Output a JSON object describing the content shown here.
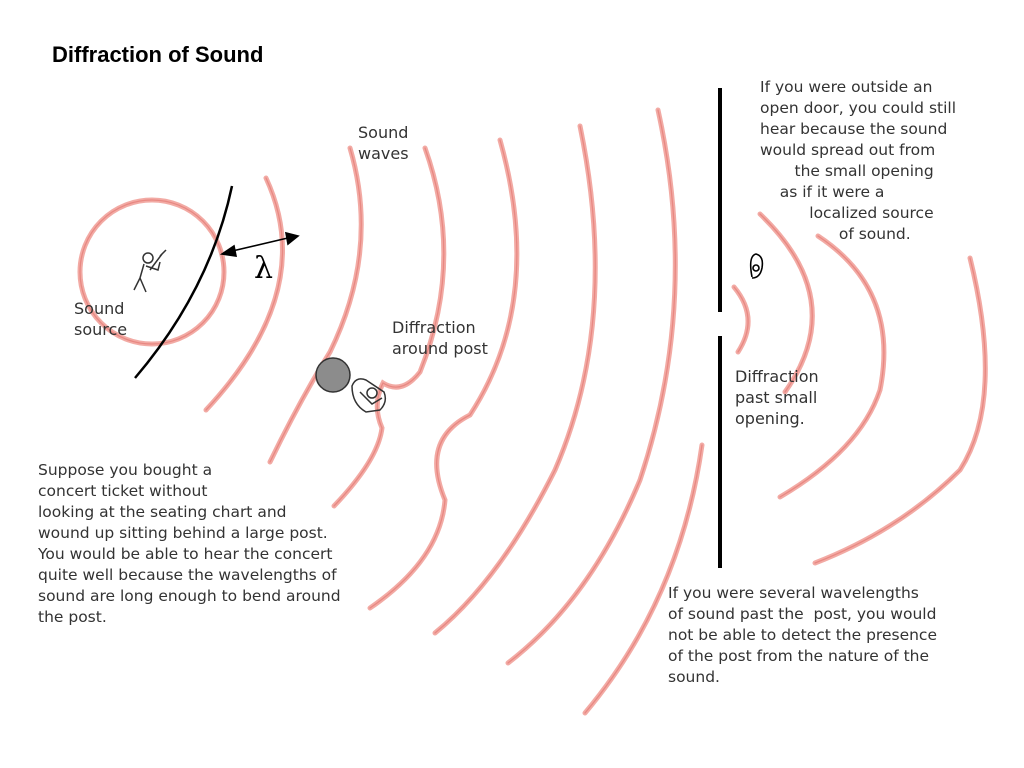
{
  "title": "Diffraction of Sound",
  "colors": {
    "wave": "#f2aaa4",
    "wave_core": "#e88882",
    "line": "#000000",
    "post": "#8c8c8c",
    "text": "#333333"
  },
  "symbols": {
    "wavelength": "λ"
  },
  "labels": {
    "sound_waves": "Sound\nwaves",
    "sound_source": "Sound\nsource",
    "diffraction_around_post": "Diffraction\naround post",
    "diffraction_small_opening": "Diffraction\npast small\nopening.",
    "open_door": "If you were outside an\nopen door, you could still\nhear because the sound\nwould spread out from\n       the small opening\n    as if it were a\n          localized source\n                of sound.",
    "concert": "Suppose you bought a\nconcert ticket without\nlooking at the seating chart and\nwound up sitting behind a large post.\nYou would be able to hear the concert\nquite well because the wavelengths of\nsound are long enough to bend around\nthe post.",
    "several_wavelengths": "If you were several wavelengths\nof sound past the  post, you would\nnot be able to detect the presence\nof the post from the nature of the\nsound."
  },
  "icons": [
    "guitarist-icon",
    "listener-icon",
    "ear-icon",
    "post-icon",
    "wall-icon"
  ]
}
